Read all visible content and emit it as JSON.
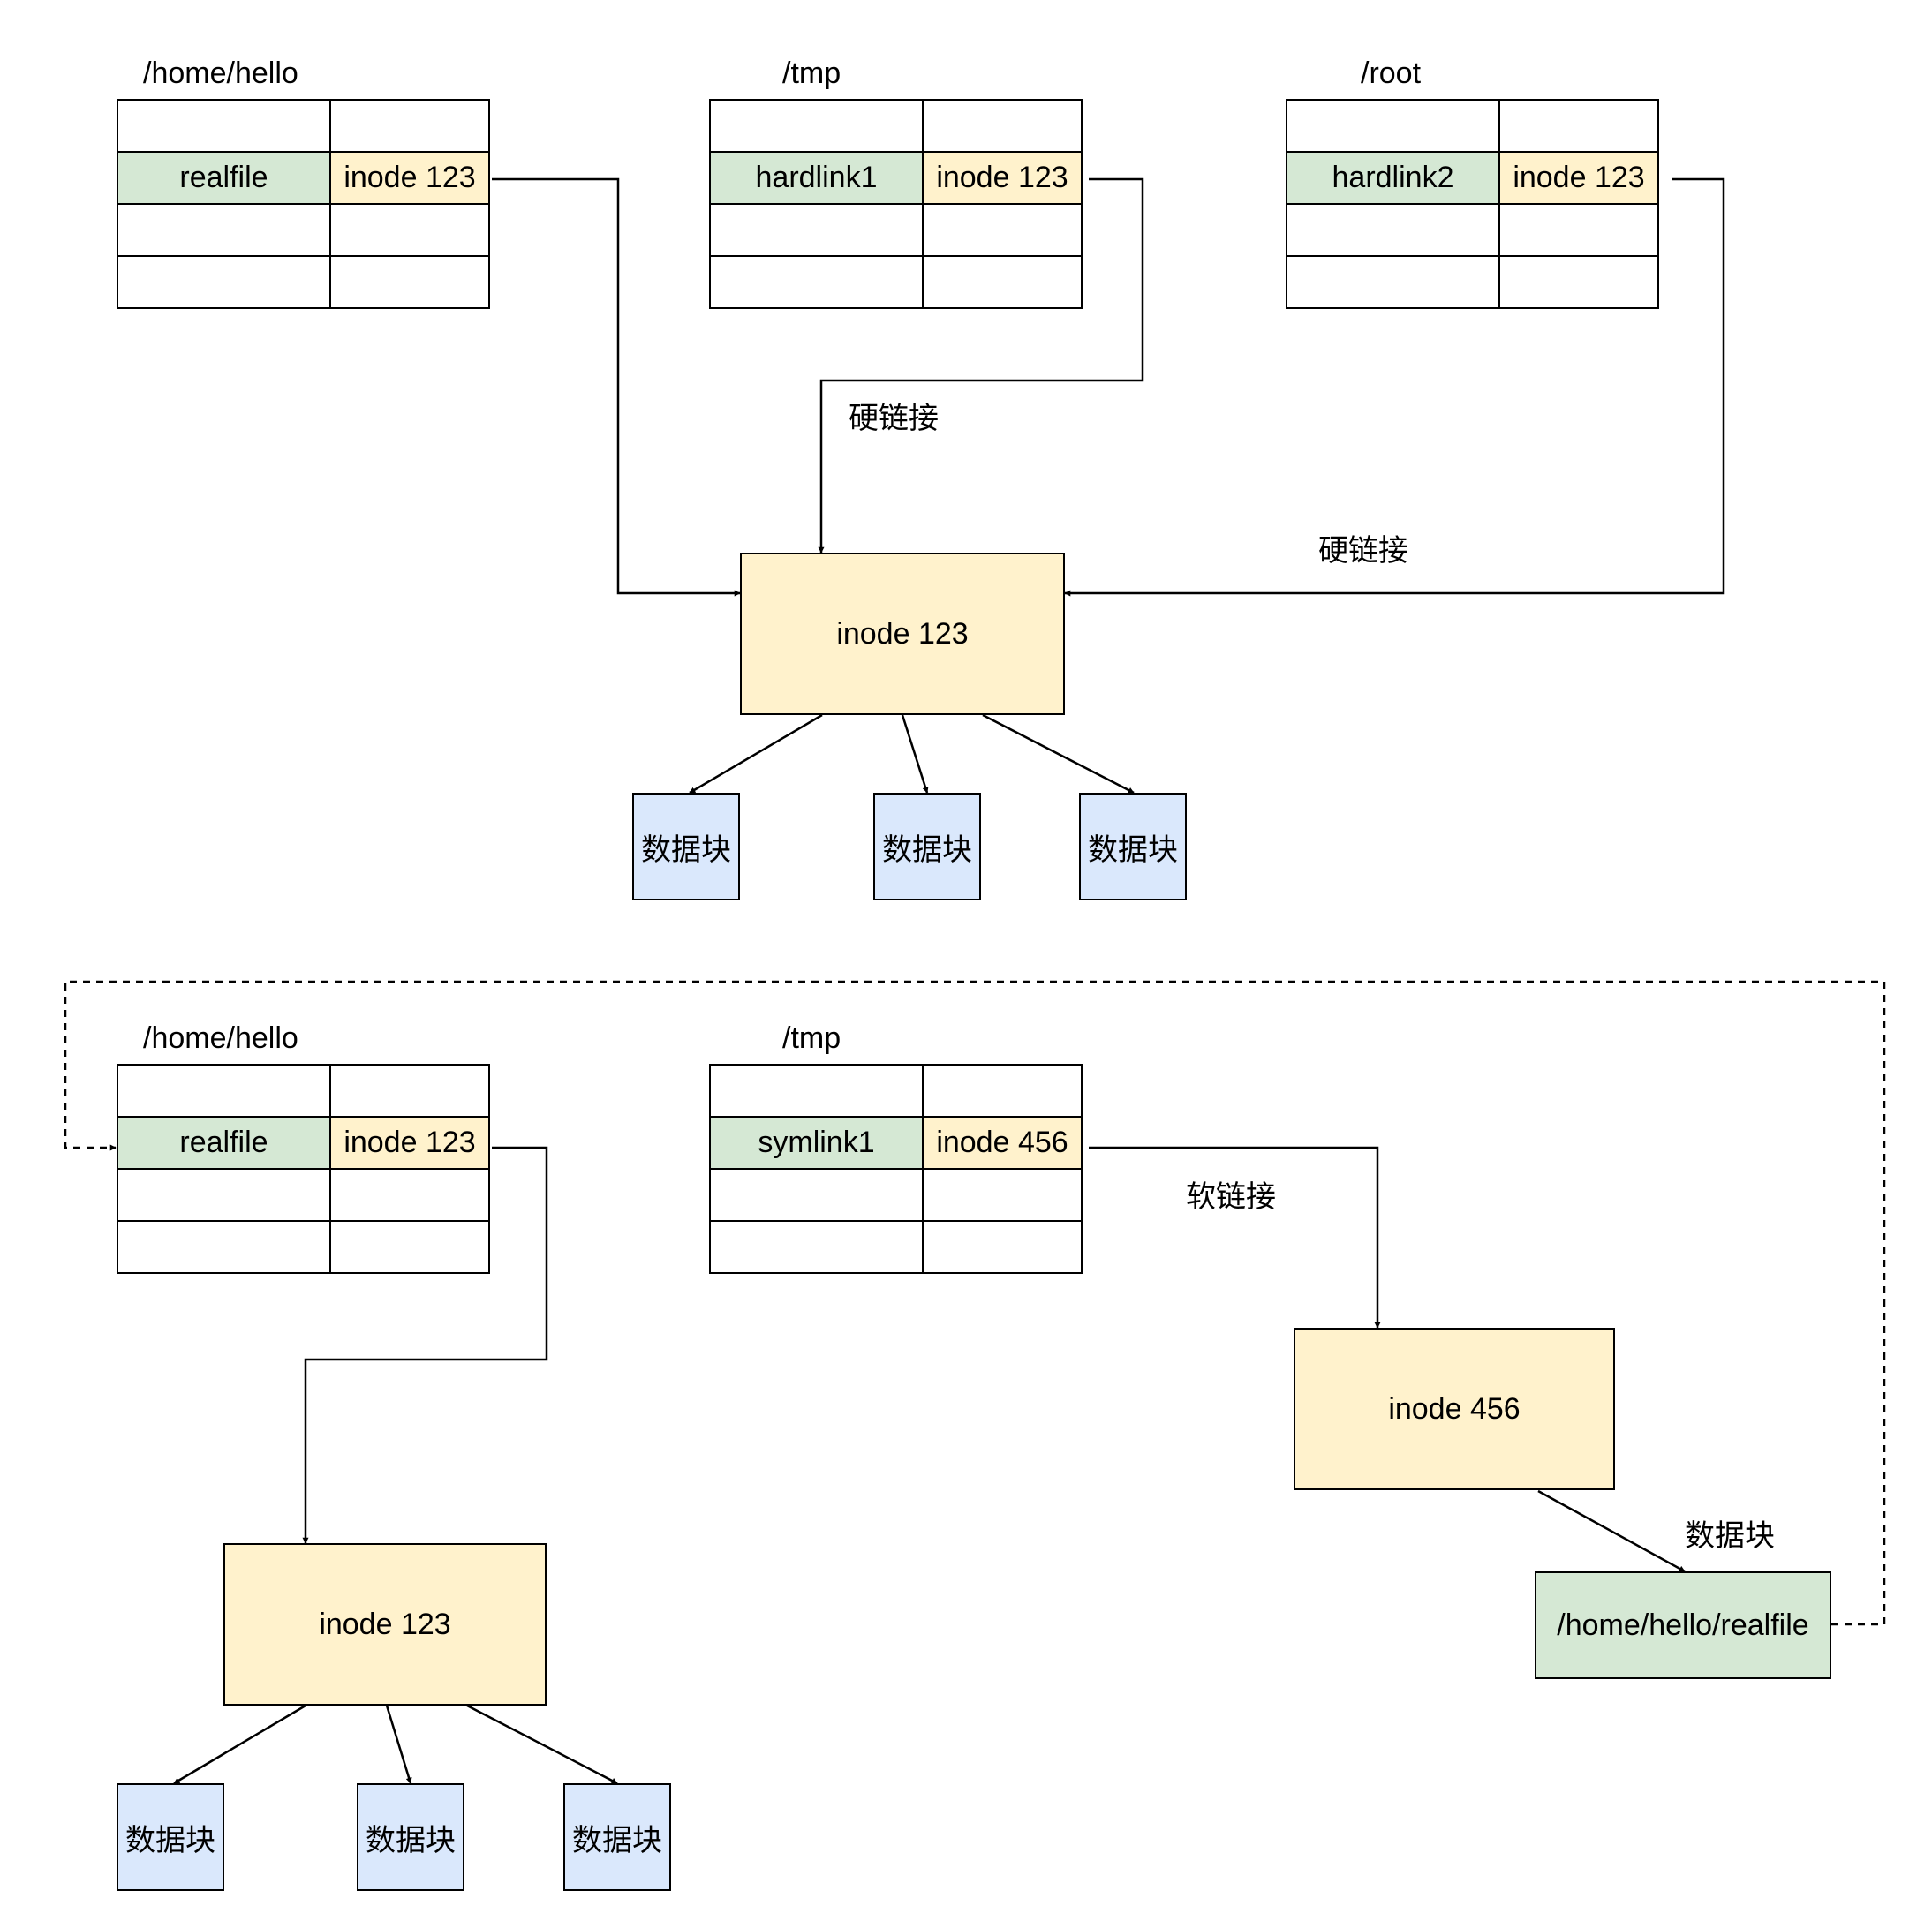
{
  "hard_link_section": {
    "dirs": [
      {
        "title": "/home/hello",
        "name": "realfile",
        "inode": "inode 123"
      },
      {
        "title": "/tmp",
        "name": "hardlink1",
        "inode": "inode 123"
      },
      {
        "title": "/root",
        "name": "hardlink2",
        "inode": "inode 123"
      }
    ],
    "inode_box": "inode 123",
    "data_blocks": [
      "数据块",
      "数据块",
      "数据块"
    ],
    "labels": [
      "硬链接",
      "硬链接"
    ]
  },
  "soft_link_section": {
    "dirs": [
      {
        "title": "/home/hello",
        "name": "realfile",
        "inode": "inode 123"
      },
      {
        "title": "/tmp",
        "name": "symlink1",
        "inode": "inode 456"
      }
    ],
    "inode_box_real": "inode 123",
    "data_blocks": [
      "数据块",
      "数据块",
      "数据块"
    ],
    "soft_link_label": "软链接",
    "inode_box_symlink": "inode 456",
    "symlink_data_label": "数据块",
    "symlink_data_content": "/home/hello/realfile"
  }
}
